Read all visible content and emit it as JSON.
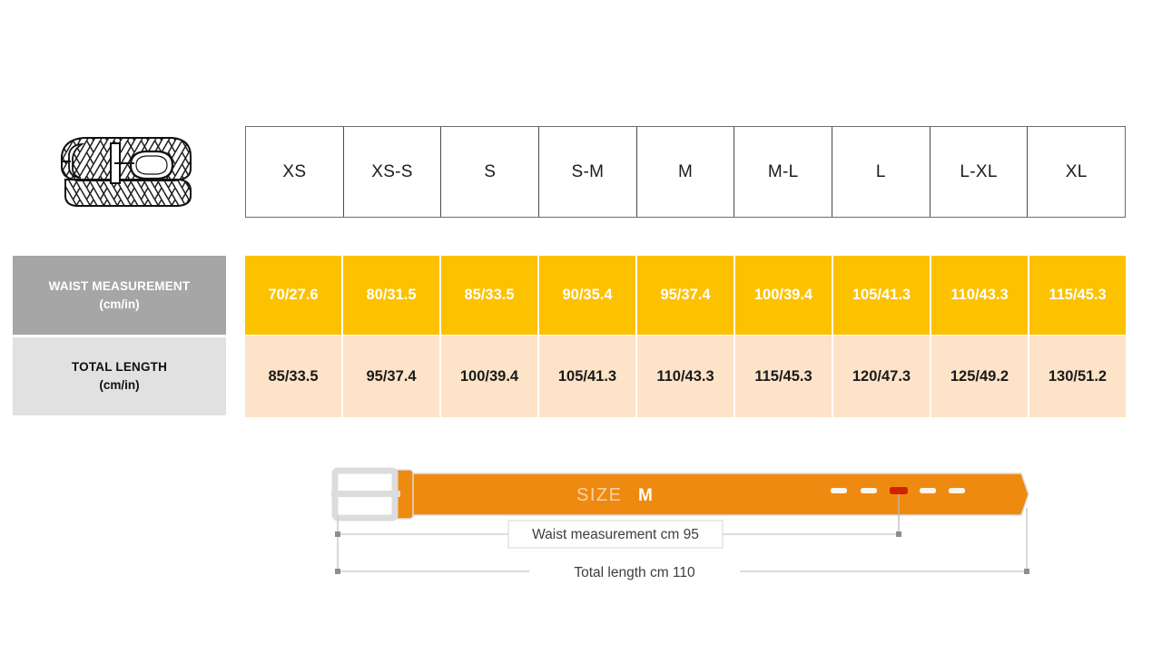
{
  "product_icon": {
    "name": "braided-belt-illustration",
    "alt": "Coiled braided belt line drawing"
  },
  "size_table": {
    "sizes": [
      "XS",
      "XS-S",
      "S",
      "S-M",
      "M",
      "M-L",
      "L",
      "L-XL",
      "XL"
    ],
    "rows": [
      {
        "id": "waist",
        "label_line1": "WAIST MEASUREMENT",
        "label_line2": "(cm/in)",
        "values": [
          "70/27.6",
          "80/31.5",
          "85/33.5",
          "90/35.4",
          "95/37.4",
          "100/39.4",
          "105/41.3",
          "110/43.3",
          "115/45.3"
        ],
        "bg": "#fcc200",
        "label_bg": "#a6a6a6",
        "text_color": "#ffffff"
      },
      {
        "id": "length",
        "label_line1": "TOTAL LENGTH",
        "label_line2": "(cm/in)",
        "values": [
          "85/33.5",
          "95/37.4",
          "100/39.4",
          "105/41.3",
          "110/43.3",
          "115/45.3",
          "120/47.3",
          "125/49.2",
          "130/51.2"
        ],
        "bg": "#fde3c8",
        "label_bg": "#e1e1e1",
        "text_color": "#1a1a1a"
      }
    ]
  },
  "belt_diagram": {
    "size_prefix": "SIZE",
    "size_value": "M",
    "waist_dimension_label": "Waist measurement cm 95",
    "total_dimension_label": "Total length cm 110",
    "belt_color": "#ef8a11",
    "buckle_color": "#e2e2e2",
    "highlighted_hole_color": "#d32200",
    "hole_color": "#fbf6ea",
    "hole_count": 5,
    "highlighted_hole_index": 3,
    "dimension_line_color": "#b9b9b9"
  }
}
